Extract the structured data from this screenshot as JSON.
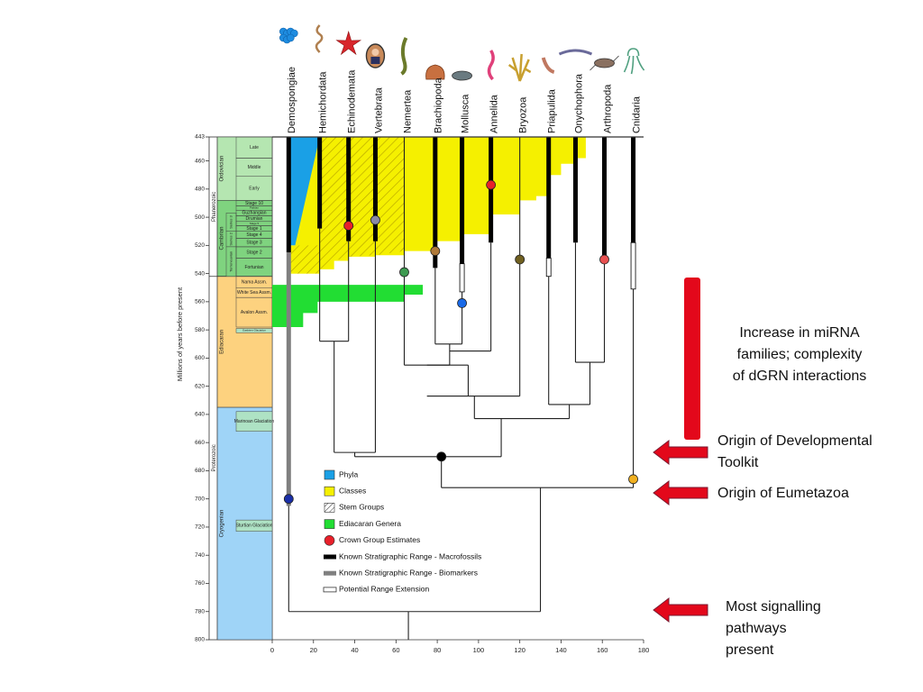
{
  "chart_data": {
    "type": "timetree",
    "x_axis": {
      "range": [
        0,
        180
      ],
      "ticks": [
        0,
        20,
        40,
        60,
        80,
        100,
        120,
        140,
        160,
        180
      ]
    },
    "y_axis": {
      "label": "Millions of years before present",
      "range": [
        443,
        800
      ],
      "ticks": [
        443,
        460,
        480,
        500,
        520,
        540,
        560,
        580,
        600,
        620,
        640,
        660,
        680,
        700,
        720,
        740,
        760,
        780,
        800
      ]
    },
    "colors": {
      "phyla": "#1aa0e6",
      "classes": "#f5f000",
      "ediacaran": "#22dd33",
      "crown_red": "#e8202a",
      "macrofossil": "#000000",
      "biomarker": "#808080",
      "cambrian": "#7fd37f",
      "ordovician": "#b5e6b1",
      "ediacaran_period": "#fdd27f",
      "cryogenian": "#9fd4f7",
      "arrow": "#e3081b",
      "bar": "#e3081b"
    },
    "taxa": [
      {
        "name": "Demospongiae",
        "x": 8,
        "icon": "sponge-icon"
      },
      {
        "name": "Hemichordata",
        "x": 23,
        "icon": "acorn-worm-icon"
      },
      {
        "name": "Echinodemata",
        "x": 37,
        "icon": "starfish-icon"
      },
      {
        "name": "Vertebrata",
        "x": 50,
        "icon": "vertebrate-portrait-icon"
      },
      {
        "name": "Nemertea",
        "x": 64,
        "icon": "ribbon-worm-icon"
      },
      {
        "name": "Brachiopoda",
        "x": 79,
        "icon": "brachiopod-icon"
      },
      {
        "name": "Mollusca",
        "x": 92,
        "icon": "chiton-icon"
      },
      {
        "name": "Annelida",
        "x": 106,
        "icon": "annelid-icon"
      },
      {
        "name": "Bryozoa",
        "x": 120,
        "icon": "bryozoan-icon"
      },
      {
        "name": "Priapulida",
        "x": 134,
        "icon": "priapulid-icon"
      },
      {
        "name": "Onychophora",
        "x": 147,
        "icon": "velvet-worm-icon"
      },
      {
        "name": "Arthropoda",
        "x": 161,
        "icon": "arthropod-icon"
      },
      {
        "name": "Cnidaria",
        "x": 175,
        "icon": "cnidarian-icon"
      }
    ],
    "lineages": [
      {
        "taxon": "Demospongiae",
        "macro_start": 525,
        "biomarker_start": 705
      },
      {
        "taxon": "Hemichordata",
        "macro_start": 508
      },
      {
        "taxon": "Echinodemata",
        "macro_start": 517
      },
      {
        "taxon": "Vertebrata",
        "macro_start": 517
      },
      {
        "taxon": "Nemertea",
        "macro_start": 443
      },
      {
        "taxon": "Brachiopoda",
        "macro_start": 536
      },
      {
        "taxon": "Mollusca",
        "macro_start": 533,
        "extension_start": 553
      },
      {
        "taxon": "Annelida",
        "macro_start": 518
      },
      {
        "taxon": "Bryozoa",
        "macro_start": 443
      },
      {
        "taxon": "Priapulida",
        "macro_start": 529,
        "extension_start": 542
      },
      {
        "taxon": "Onychophora",
        "macro_start": 518
      },
      {
        "taxon": "Arthropoda",
        "macro_start": 528
      },
      {
        "taxon": "Cnidaria",
        "macro_start": 518,
        "extension_start": 551
      }
    ],
    "tree_nodes": [
      {
        "name": "echinoderm-hemichordate",
        "x": 30,
        "age": 588
      },
      {
        "name": "brachiopod-mollusc",
        "x": 86,
        "age": 590
      },
      {
        "name": "annelid-join",
        "x": 93,
        "age": 595
      },
      {
        "name": "nemertean-join",
        "x": 75,
        "age": 605
      },
      {
        "name": "onychophoran-arthropod",
        "x": 154,
        "age": 603
      },
      {
        "name": "bryozoan-join",
        "x": 95,
        "age": 627
      },
      {
        "name": "priapulid-join",
        "x": 144,
        "age": 633
      },
      {
        "name": "spiralia-ecdysozoa",
        "x": 111,
        "age": 643
      },
      {
        "name": "deuterostomia",
        "x": 40,
        "age": 667
      },
      {
        "name": "bilateria",
        "x": 82,
        "age": 670
      },
      {
        "name": "eumetazoa",
        "x": 130,
        "age": 692
      },
      {
        "name": "metazoa",
        "x": 66,
        "age": 780
      }
    ],
    "crown_estimates": [
      {
        "taxon": "Demospongiae",
        "x": 8,
        "age": 700,
        "color": "#1a2fa8"
      },
      {
        "taxon": "Echinodemata",
        "x": 37,
        "age": 506,
        "color": "#e8202a"
      },
      {
        "taxon": "Vertebrata",
        "x": 50,
        "age": 502,
        "color": "#8a8aa8"
      },
      {
        "taxon": "Nemertea",
        "x": 64,
        "age": 539,
        "color": "#3d9a50"
      },
      {
        "taxon": "Brachiopoda",
        "x": 79,
        "age": 524,
        "color": "#b07a3a"
      },
      {
        "taxon": "Mollusca",
        "x": 92,
        "age": 561,
        "color": "#1a6ae8"
      },
      {
        "taxon": "Annelida",
        "x": 106,
        "age": 477,
        "color": "#e8202a"
      },
      {
        "taxon": "Bryozoa",
        "x": 120,
        "age": 530,
        "color": "#706020"
      },
      {
        "taxon": "Arthropoda",
        "x": 161,
        "age": 530,
        "color": "#e85050"
      },
      {
        "taxon": "Cnidaria",
        "x": 175,
        "age": 686,
        "color": "#f0b020"
      },
      {
        "taxon": "bilateria",
        "x": 82,
        "age": 670,
        "color": "#000000"
      }
    ],
    "timescale": {
      "eons": [
        {
          "name": "Phanerozoic",
          "from": 443,
          "to": 542
        },
        {
          "name": "Proterozoic",
          "from": 542,
          "to": 800
        }
      ],
      "periods": [
        {
          "name": "Ordovician",
          "from": 443,
          "to": 488,
          "color": "#b5e6b1"
        },
        {
          "name": "Cambrian",
          "from": 488,
          "to": 542,
          "color": "#7fd37f"
        },
        {
          "name": "Ediacaran",
          "from": 542,
          "to": 635,
          "color": "#fdd27f"
        },
        {
          "name": "Cryogenian",
          "from": 635,
          "to": 800,
          "color": "#9fd4f7"
        }
      ],
      "series": [
        {
          "name": "Series 3",
          "from": 497,
          "to": 510
        },
        {
          "name": "Series 2",
          "from": 510,
          "to": 521
        },
        {
          "name": "Terreneuvian",
          "from": 521,
          "to": 542
        }
      ],
      "stages": [
        {
          "name": "Late",
          "from": 443,
          "to": 458
        },
        {
          "name": "Middle",
          "from": 458,
          "to": 471
        },
        {
          "name": "Early",
          "from": 471,
          "to": 488
        },
        {
          "name": "Stage 10",
          "from": 488,
          "to": 492
        },
        {
          "name": "Paibian",
          "from": 492,
          "to": 495
        },
        {
          "name": "Guzhangian",
          "from": 495,
          "to": 499
        },
        {
          "name": "Drumian",
          "from": 499,
          "to": 503
        },
        {
          "name": "Stage 5",
          "from": 503,
          "to": 506
        },
        {
          "name": "Stage 1",
          "from": 506,
          "to": 510
        },
        {
          "name": "Stage 4",
          "from": 510,
          "to": 515
        },
        {
          "name": "Stage 3",
          "from": 515,
          "to": 521
        },
        {
          "name": "Stage 2",
          "from": 521,
          "to": 529
        },
        {
          "name": "Fortunian",
          "from": 529,
          "to": 542
        },
        {
          "name": "Nama Assm.",
          "from": 542,
          "to": 550
        },
        {
          "name": "White Sea Assm.",
          "from": 550,
          "to": 557
        },
        {
          "name": "Avalon Assm.",
          "from": 557,
          "to": 578
        },
        {
          "name": "Gaskiers Glaciation",
          "from": 579,
          "to": 582
        },
        {
          "name": "Marinoan Glaciation",
          "from": 638,
          "to": 652
        },
        {
          "name": "Sturtian Glaciation",
          "from": 715,
          "to": 723
        }
      ]
    },
    "legend": [
      {
        "label": "Phyla",
        "kind": "box",
        "color": "#1aa0e6"
      },
      {
        "label": "Classes",
        "kind": "box",
        "color": "#f5f000"
      },
      {
        "label": "Stem Groups",
        "kind": "hatch",
        "color": "#ffffff"
      },
      {
        "label": "Ediacaran Genera",
        "kind": "box",
        "color": "#22dd33"
      },
      {
        "label": "Crown Group Estimates",
        "kind": "dot",
        "color": "#e8202a"
      },
      {
        "label": "Known Stratigraphic Range - Macrofossils",
        "kind": "bar",
        "color": "#000000"
      },
      {
        "label": "Known Stratigraphic Range - Biomarkers",
        "kind": "bar",
        "color": "#808080"
      },
      {
        "label": "Potential Range Extension",
        "kind": "open",
        "color": "#ffffff"
      }
    ]
  },
  "annotations": {
    "mirna_text": "Increase in miRNA families; complexity of dGRN interactions",
    "mirna_lines": [
      "Increase in miRNA",
      "families; complexity",
      "of dGRN interactions"
    ],
    "toolkit_lines": [
      "Origin of Developmental",
      "Toolkit"
    ],
    "eumetazoa_lines": [
      "Origin of Eumetazoa"
    ],
    "signalling_lines": [
      "Most signalling",
      "pathways",
      "present"
    ]
  }
}
